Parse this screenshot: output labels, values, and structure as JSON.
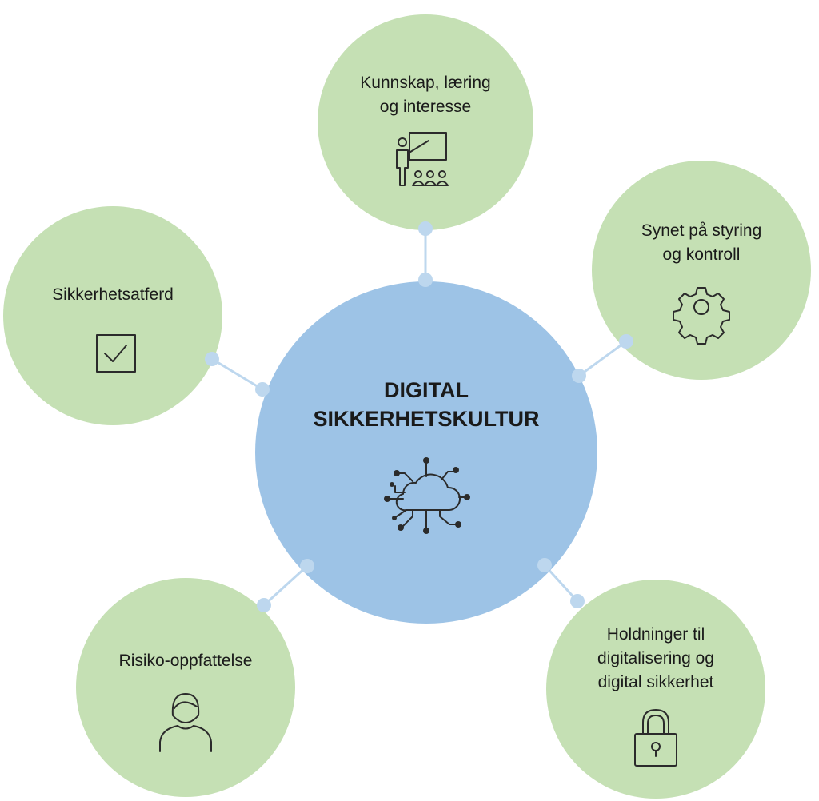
{
  "center": {
    "line1": "DIGITAL",
    "line2": "SIKKERHETSKULTUR",
    "icon": "cloud-network-icon",
    "color": "#9dc3e6"
  },
  "nodes": {
    "knowledge": {
      "line1": "Kunnskap, læring",
      "line2": "og interesse",
      "icon": "teacher-presentation-icon"
    },
    "governance": {
      "line1": "Synet på styring",
      "line2": "og kontroll",
      "icon": "gear-icon"
    },
    "behavior": {
      "line1": "Sikkerhetsatferd",
      "icon": "checkbox-icon"
    },
    "risk": {
      "line1": "Risiko-oppfattelse",
      "icon": "person-icon"
    },
    "attitudes": {
      "line1": "Holdninger til",
      "line2": "digitalisering og",
      "line3": "digital sikkerhet",
      "icon": "padlock-icon"
    }
  },
  "colors": {
    "outer_circle": "#c5e0b4",
    "center_circle": "#9dc3e6",
    "connector": "#bdd7ee"
  }
}
